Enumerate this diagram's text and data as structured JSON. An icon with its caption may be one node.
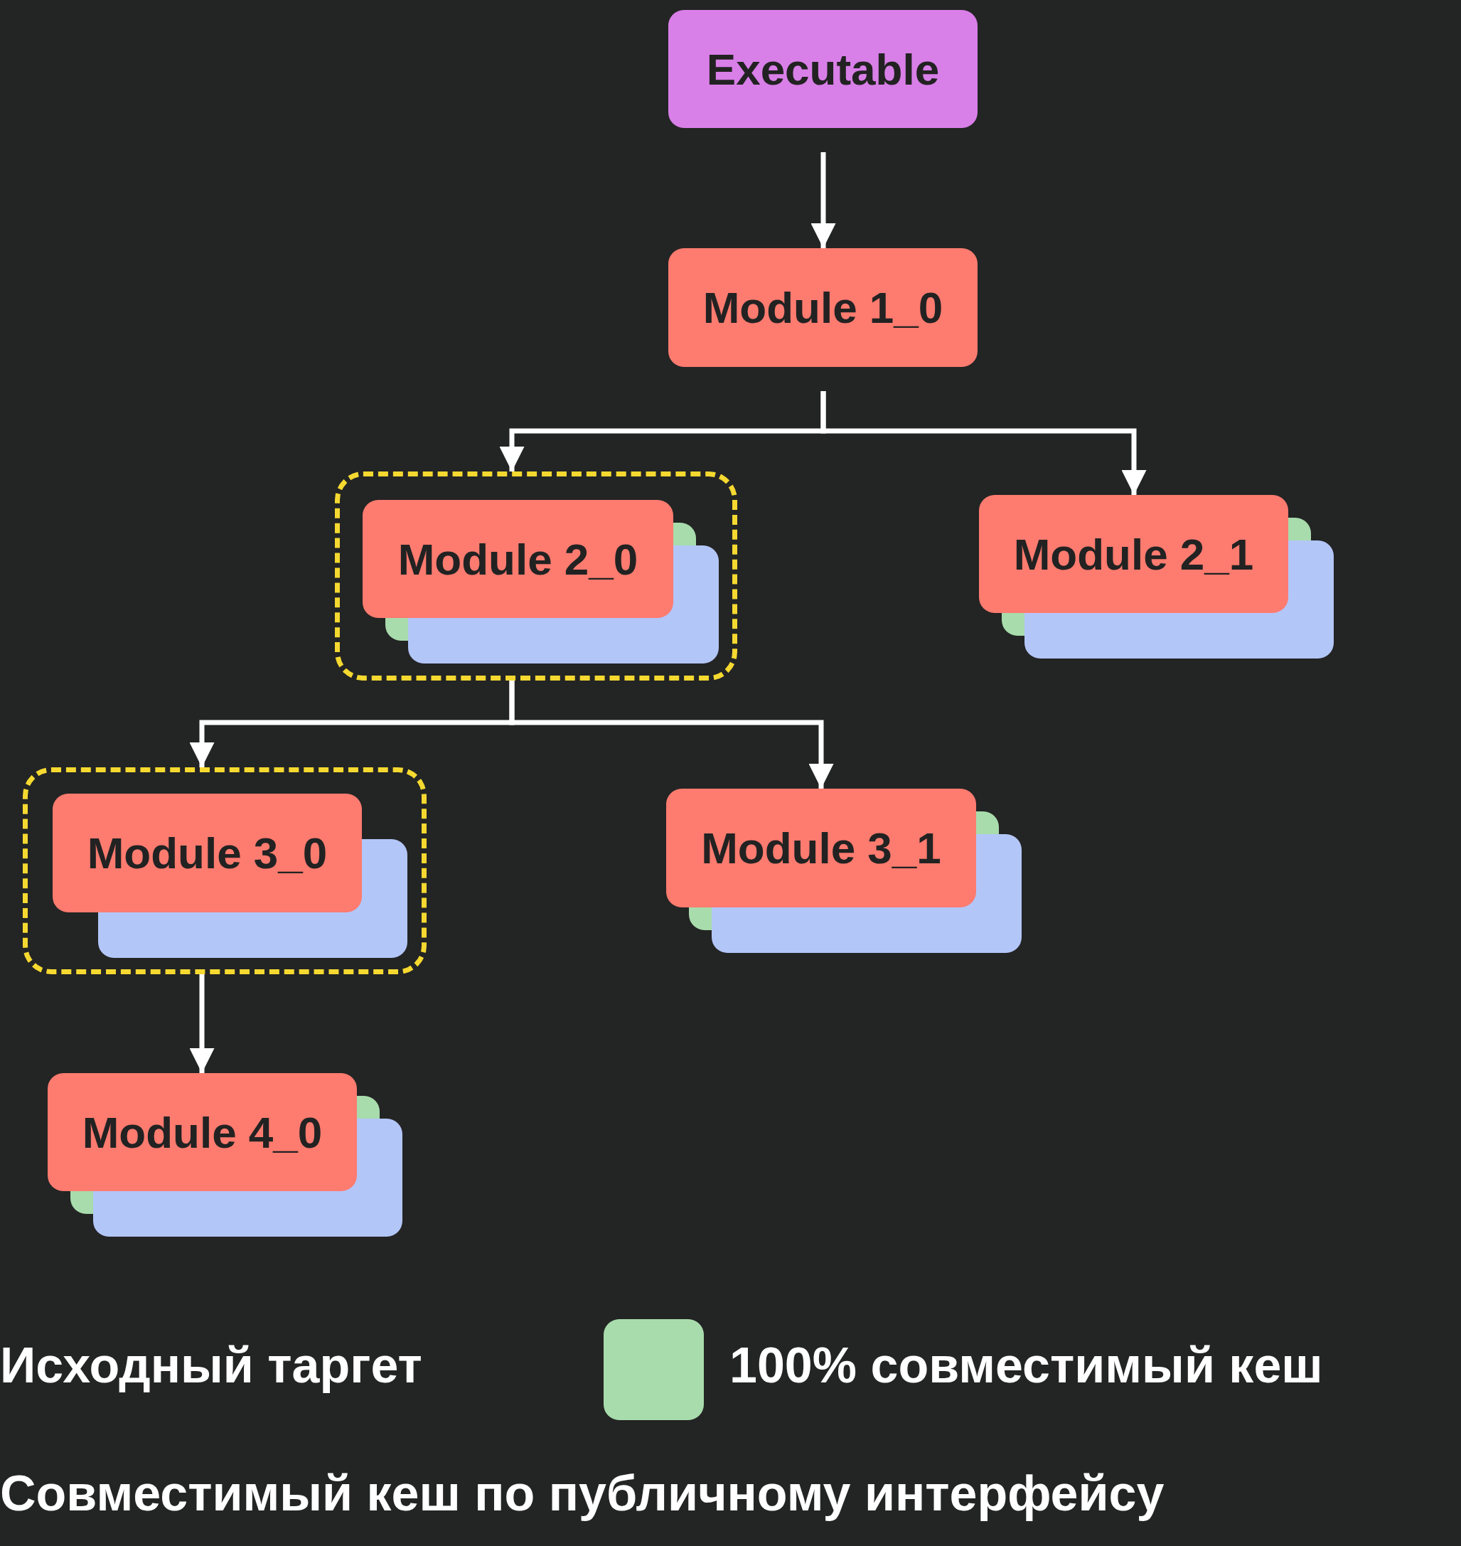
{
  "diagram": {
    "nodes": [
      {
        "text": [
          "Executable"
        ]
      },
      {
        "text": [
          "Module 1_0"
        ]
      },
      {
        "text": [],
        "shape": "box"
      },
      {
        "text": [
          "Module 2_0"
        ],
        "in": 2
      },
      {
        "text": [
          "Module 2_1"
        ]
      },
      {
        "text": [],
        "shape": "box"
      },
      {
        "text": [
          "Module 3_0"
        ],
        "in": 5
      },
      {
        "text": [
          "Module 3_1"
        ]
      },
      {
        "text": [
          "Module 4_0"
        ]
      }
    ],
    "edges": [
      {
        "from": 0,
        "to": 1,
        "arrow": "to"
      },
      {
        "from": 1,
        "to": 2,
        "arrow": "to"
      },
      {
        "from": 1,
        "to": 4,
        "arrow": "to"
      },
      {
        "from": 2,
        "to": 5,
        "arrow": "to"
      },
      {
        "from": 2,
        "to": 7,
        "arrow": "to"
      },
      {
        "from": 5,
        "to": 8,
        "arrow": "to"
      }
    ],
    "legend": [
      {
        "text": "Исходный таргет"
      },
      {
        "text": "100% совместимый кеш",
        "color": "#a8dcac"
      },
      {
        "text": "Совместимый кеш по публичному интерфейсу"
      }
    ]
  }
}
